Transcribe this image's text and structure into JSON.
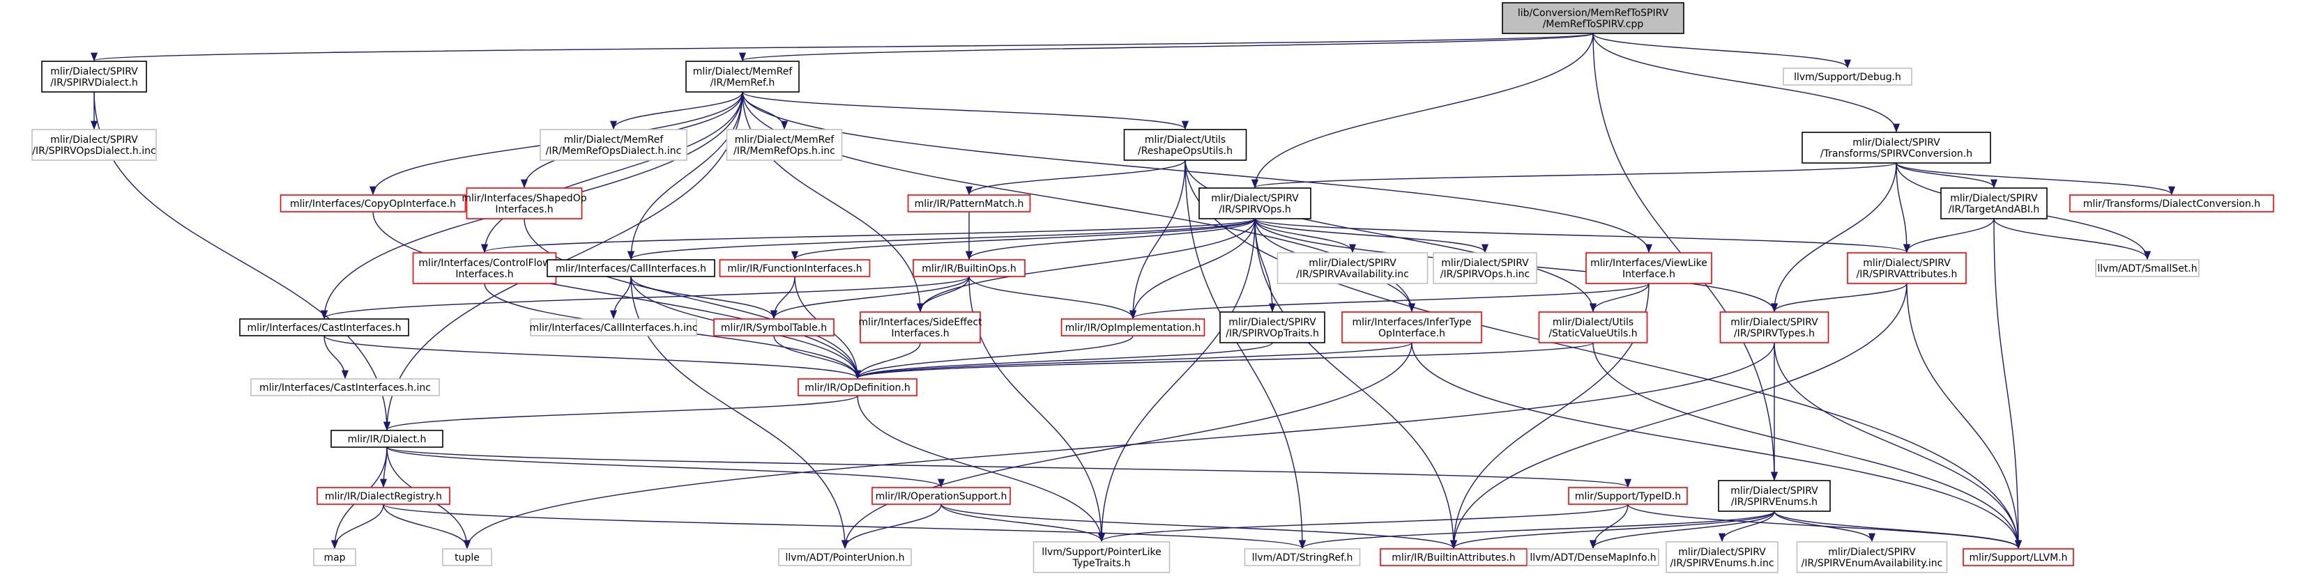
{
  "colors": {
    "edge": "#191970",
    "box_black": "#000000",
    "box_red": "#ff0000",
    "box_grey": "#bfbfbf",
    "root_fill": "#bfbfbf",
    "text": "#000000"
  },
  "nodes": [
    {
      "id": "root",
      "lines": [
        "lib/Conversion/MemRefToSPIRV",
        "/MemRefToSPIRV.cpp"
      ],
      "style": "root"
    },
    {
      "id": "spirvdialect",
      "lines": [
        "mlir/Dialect/SPIRV",
        "/IR/SPIRVDialect.h"
      ],
      "style": "black"
    },
    {
      "id": "memref",
      "lines": [
        "mlir/Dialect/MemRef",
        "/IR/MemRef.h"
      ],
      "style": "black"
    },
    {
      "id": "debug",
      "lines": [
        "llvm/Support/Debug.h"
      ],
      "style": "grey"
    },
    {
      "id": "spirvconv",
      "lines": [
        "mlir/Dialect/SPIRV",
        "/Transforms/SPIRVConversion.h"
      ],
      "style": "black"
    },
    {
      "id": "spirvopsdialectinc",
      "lines": [
        "mlir/Dialect/SPIRV",
        "/IR/SPIRVOpsDialect.h.inc"
      ],
      "style": "grey"
    },
    {
      "id": "memrefopsdialectinc",
      "lines": [
        "mlir/Dialect/MemRef",
        "/IR/MemRefOpsDialect.h.inc"
      ],
      "style": "grey"
    },
    {
      "id": "memrefopsinc",
      "lines": [
        "mlir/Dialect/MemRef",
        "/IR/MemRefOps.h.inc"
      ],
      "style": "grey"
    },
    {
      "id": "reshapeopsutils",
      "lines": [
        "mlir/Dialect/Utils",
        "/ReshapeOpsUtils.h"
      ],
      "style": "black"
    },
    {
      "id": "copyopinterface",
      "lines": [
        "mlir/Interfaces/CopyOpInterface.h"
      ],
      "style": "red"
    },
    {
      "id": "shapedopinterfaces",
      "lines": [
        "mlir/Interfaces/ShapedOp",
        "Interfaces.h"
      ],
      "style": "red"
    },
    {
      "id": "patternmatch",
      "lines": [
        "mlir/IR/PatternMatch.h"
      ],
      "style": "red"
    },
    {
      "id": "spirvops",
      "lines": [
        "mlir/Dialect/SPIRV",
        "/IR/SPIRVOps.h"
      ],
      "style": "black"
    },
    {
      "id": "targetandabi",
      "lines": [
        "mlir/Dialect/SPIRV",
        "/IR/TargetAndABI.h"
      ],
      "style": "black"
    },
    {
      "id": "dialectconversion",
      "lines": [
        "mlir/Transforms/DialectConversion.h"
      ],
      "style": "red"
    },
    {
      "id": "controlflowinterfaces",
      "lines": [
        "mlir/Interfaces/ControlFlow",
        "Interfaces.h"
      ],
      "style": "red"
    },
    {
      "id": "callinterfaces",
      "lines": [
        "mlir/Interfaces/CallInterfaces.h"
      ],
      "style": "black"
    },
    {
      "id": "functioninterfaces",
      "lines": [
        "mlir/IR/FunctionInterfaces.h"
      ],
      "style": "red"
    },
    {
      "id": "builtinops",
      "lines": [
        "mlir/IR/BuiltinOps.h"
      ],
      "style": "red"
    },
    {
      "id": "spirvavailabilityinc",
      "lines": [
        "mlir/Dialect/SPIRV",
        "/IR/SPIRVAvailability.inc"
      ],
      "style": "grey"
    },
    {
      "id": "spirvopshinc",
      "lines": [
        "mlir/Dialect/SPIRV",
        "/IR/SPIRVOps.h.inc"
      ],
      "style": "grey"
    },
    {
      "id": "viewlikeinterface",
      "lines": [
        "mlir/Interfaces/ViewLike",
        "Interface.h"
      ],
      "style": "red"
    },
    {
      "id": "spirvattributes",
      "lines": [
        "mlir/Dialect/SPIRV",
        "/IR/SPIRVAttributes.h"
      ],
      "style": "red"
    },
    {
      "id": "smallset",
      "lines": [
        "llvm/ADT/SmallSet.h"
      ],
      "style": "grey"
    },
    {
      "id": "castinterfaces",
      "lines": [
        "mlir/Interfaces/CastInterfaces.h"
      ],
      "style": "black"
    },
    {
      "id": "callinterfacesinc",
      "lines": [
        "mlir/Interfaces/CallInterfaces.h.inc"
      ],
      "style": "grey"
    },
    {
      "id": "symboltable",
      "lines": [
        "mlir/IR/SymbolTable.h"
      ],
      "style": "red"
    },
    {
      "id": "sideeffectinterfaces",
      "lines": [
        "mlir/Interfaces/SideEffect",
        "Interfaces.h"
      ],
      "style": "red"
    },
    {
      "id": "opimplementation",
      "lines": [
        "mlir/IR/OpImplementation.h"
      ],
      "style": "red"
    },
    {
      "id": "spirvoptraits",
      "lines": [
        "mlir/Dialect/SPIRV",
        "/IR/SPIRVOpTraits.h"
      ],
      "style": "black"
    },
    {
      "id": "infertypeopinterface",
      "lines": [
        "mlir/Interfaces/InferType",
        "OpInterface.h"
      ],
      "style": "red"
    },
    {
      "id": "staticvalueutils",
      "lines": [
        "mlir/Dialect/Utils",
        "/StaticValueUtils.h"
      ],
      "style": "red"
    },
    {
      "id": "spirvtypes",
      "lines": [
        "mlir/Dialect/SPIRV",
        "/IR/SPIRVTypes.h"
      ],
      "style": "red"
    },
    {
      "id": "castinterfacesinc",
      "lines": [
        "mlir/Interfaces/CastInterfaces.h.inc"
      ],
      "style": "grey"
    },
    {
      "id": "opdefinition",
      "lines": [
        "mlir/IR/OpDefinition.h"
      ],
      "style": "red"
    },
    {
      "id": "dialect",
      "lines": [
        "mlir/IR/Dialect.h"
      ],
      "style": "black"
    },
    {
      "id": "dialectregistry",
      "lines": [
        "mlir/IR/DialectRegistry.h"
      ],
      "style": "red"
    },
    {
      "id": "operationsupport",
      "lines": [
        "mlir/IR/OperationSupport.h"
      ],
      "style": "red"
    },
    {
      "id": "typeid",
      "lines": [
        "mlir/Support/TypeID.h"
      ],
      "style": "red"
    },
    {
      "id": "spirvenums",
      "lines": [
        "mlir/Dialect/SPIRV",
        "/IR/SPIRVEnums.h"
      ],
      "style": "black"
    },
    {
      "id": "map",
      "lines": [
        "map"
      ],
      "style": "grey"
    },
    {
      "id": "tuple",
      "lines": [
        "tuple"
      ],
      "style": "grey"
    },
    {
      "id": "pointerunion",
      "lines": [
        "llvm/ADT/PointerUnion.h"
      ],
      "style": "grey"
    },
    {
      "id": "pointerliketypetraits",
      "lines": [
        "llvm/Support/PointerLike",
        "TypeTraits.h"
      ],
      "style": "grey"
    },
    {
      "id": "stringref",
      "lines": [
        "llvm/ADT/StringRef.h"
      ],
      "style": "grey"
    },
    {
      "id": "builtinattributes",
      "lines": [
        "mlir/IR/BuiltinAttributes.h"
      ],
      "style": "red"
    },
    {
      "id": "densemapinfo",
      "lines": [
        "llvm/ADT/DenseMapInfo.h"
      ],
      "style": "grey"
    },
    {
      "id": "spirvenumshinc",
      "lines": [
        "mlir/Dialect/SPIRV",
        "/IR/SPIRVEnums.h.inc"
      ],
      "style": "grey"
    },
    {
      "id": "spirvenumavailabilityinc",
      "lines": [
        "mlir/Dialect/SPIRV",
        "/IR/SPIRVEnumAvailability.inc"
      ],
      "style": "grey"
    },
    {
      "id": "llvmh",
      "lines": [
        "mlir/Support/LLVM.h"
      ],
      "style": "red"
    }
  ],
  "edges": [
    [
      "root",
      "spirvdialect"
    ],
    [
      "root",
      "memref"
    ],
    [
      "root",
      "debug"
    ],
    [
      "root",
      "spirvconv"
    ],
    [
      "root",
      "spirvops"
    ],
    [
      "root",
      "spirvenums"
    ],
    [
      "spirvdialect",
      "spirvopsdialectinc"
    ],
    [
      "spirvdialect",
      "dialect"
    ],
    [
      "memref",
      "memrefopsdialectinc"
    ],
    [
      "memref",
      "memrefopsinc"
    ],
    [
      "memref",
      "reshapeopsutils"
    ],
    [
      "memref",
      "copyopinterface"
    ],
    [
      "memref",
      "shapedopinterfaces"
    ],
    [
      "memref",
      "controlflowinterfaces"
    ],
    [
      "memref",
      "callinterfaces"
    ],
    [
      "memref",
      "castinterfaces"
    ],
    [
      "memref",
      "sideeffectinterfaces"
    ],
    [
      "memref",
      "viewlikeinterface"
    ],
    [
      "memref",
      "infertypeopinterface"
    ],
    [
      "memref",
      "dialect"
    ],
    [
      "spirvconv",
      "spirvops"
    ],
    [
      "spirvconv",
      "targetandabi"
    ],
    [
      "spirvconv",
      "dialectconversion"
    ],
    [
      "spirvconv",
      "spirvattributes"
    ],
    [
      "spirvconv",
      "spirvtypes"
    ],
    [
      "spirvconv",
      "smallset"
    ],
    [
      "reshapeopsutils",
      "patternmatch"
    ],
    [
      "reshapeopsutils",
      "opimplementation"
    ],
    [
      "reshapeopsutils",
      "staticvalueutils"
    ],
    [
      "reshapeopsutils",
      "stringref"
    ],
    [
      "reshapeopsutils",
      "llvmh"
    ],
    [
      "copyopinterface",
      "opdefinition"
    ],
    [
      "shapedopinterfaces",
      "opdefinition"
    ],
    [
      "patternmatch",
      "builtinops"
    ],
    [
      "spirvops",
      "controlflowinterfaces"
    ],
    [
      "spirvops",
      "callinterfaces"
    ],
    [
      "spirvops",
      "functioninterfaces"
    ],
    [
      "spirvops",
      "builtinops"
    ],
    [
      "spirvops",
      "spirvavailabilityinc"
    ],
    [
      "spirvops",
      "spirvopshinc"
    ],
    [
      "spirvops",
      "sideeffectinterfaces"
    ],
    [
      "spirvops",
      "opimplementation"
    ],
    [
      "spirvops",
      "spirvoptraits"
    ],
    [
      "spirvops",
      "infertypeopinterface"
    ],
    [
      "spirvops",
      "spirvattributes"
    ],
    [
      "spirvops",
      "spirvtypes"
    ],
    [
      "spirvops",
      "pointerliketypetraits"
    ],
    [
      "spirvops",
      "builtinattributes"
    ],
    [
      "targetandabi",
      "spirvattributes"
    ],
    [
      "targetandabi",
      "smallset"
    ],
    [
      "targetandabi",
      "llvmh"
    ],
    [
      "controlflowinterfaces",
      "opdefinition"
    ],
    [
      "callinterfaces",
      "callinterfacesinc"
    ],
    [
      "callinterfaces",
      "symboltable"
    ],
    [
      "callinterfaces",
      "pointerunion"
    ],
    [
      "callinterfaces",
      "opdefinition"
    ],
    [
      "functioninterfaces",
      "symboltable"
    ],
    [
      "functioninterfaces",
      "opdefinition"
    ],
    [
      "builtinops",
      "castinterfaces"
    ],
    [
      "builtinops",
      "symboltable"
    ],
    [
      "builtinops",
      "sideeffectinterfaces"
    ],
    [
      "builtinops",
      "opimplementation"
    ],
    [
      "builtinops",
      "pointerliketypetraits"
    ],
    [
      "viewlikeinterface",
      "opimplementation"
    ],
    [
      "viewlikeinterface",
      "staticvalueutils"
    ],
    [
      "viewlikeinterface",
      "builtinattributes"
    ],
    [
      "spirvattributes",
      "spirvtypes"
    ],
    [
      "spirvattributes",
      "builtinattributes"
    ],
    [
      "spirvattributes",
      "llvmh"
    ],
    [
      "castinterfaces",
      "castinterfacesinc"
    ],
    [
      "castinterfaces",
      "opdefinition"
    ],
    [
      "symboltable",
      "opdefinition"
    ],
    [
      "sideeffectinterfaces",
      "opdefinition"
    ],
    [
      "opimplementation",
      "opdefinition"
    ],
    [
      "spirvoptraits",
      "opdefinition"
    ],
    [
      "infertypeopinterface",
      "opdefinition"
    ],
    [
      "infertypeopinterface",
      "pointerunion"
    ],
    [
      "infertypeopinterface",
      "llvmh"
    ],
    [
      "staticvalueutils",
      "opdefinition"
    ],
    [
      "staticvalueutils",
      "llvmh"
    ],
    [
      "spirvtypes",
      "spirvenums"
    ],
    [
      "spirvtypes",
      "tuple"
    ],
    [
      "spirvtypes",
      "llvmh"
    ],
    [
      "opdefinition",
      "dialect"
    ],
    [
      "opdefinition",
      "pointerliketypetraits"
    ],
    [
      "dialect",
      "dialectregistry"
    ],
    [
      "dialect",
      "operationsupport"
    ],
    [
      "dialect",
      "typeid"
    ],
    [
      "dialect",
      "map"
    ],
    [
      "dialect",
      "tuple"
    ],
    [
      "dialectregistry",
      "map"
    ],
    [
      "dialectregistry",
      "tuple"
    ],
    [
      "dialectregistry",
      "stringref"
    ],
    [
      "operationsupport",
      "pointerunion"
    ],
    [
      "operationsupport",
      "pointerliketypetraits"
    ],
    [
      "operationsupport",
      "builtinattributes"
    ],
    [
      "typeid",
      "densemapinfo"
    ],
    [
      "typeid",
      "pointerliketypetraits"
    ],
    [
      "typeid",
      "llvmh"
    ],
    [
      "spirvenums",
      "spirvenumshinc"
    ],
    [
      "spirvenums",
      "spirvenumavailabilityinc"
    ],
    [
      "spirvenums",
      "stringref"
    ],
    [
      "spirvenums",
      "densemapinfo"
    ],
    [
      "spirvenums",
      "builtinattributes"
    ],
    [
      "spirvenums",
      "llvmh"
    ]
  ]
}
